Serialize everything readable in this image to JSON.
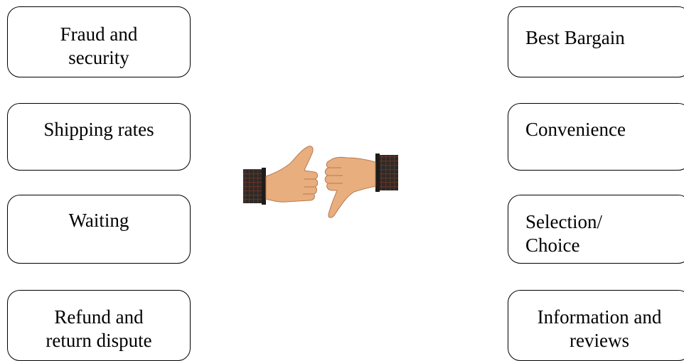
{
  "left_factors": [
    {
      "line1": "Fraud and",
      "line2": "security"
    },
    {
      "line1": "Shipping rates",
      "line2": ""
    },
    {
      "line1": "Waiting",
      "line2": ""
    },
    {
      "line1": "Refund and",
      "line2": "return dispute"
    }
  ],
  "right_factors": [
    {
      "line1": "Best Bargain",
      "line2": ""
    },
    {
      "line1": "Convenience",
      "line2": ""
    },
    {
      "line1": "Selection/",
      "line2": "Choice"
    },
    {
      "line1": "Information and",
      "line2": "reviews"
    }
  ],
  "center_image": {
    "icons": [
      "thumbs-up-icon",
      "thumbs-down-icon"
    ],
    "skin_color": "#e8ae7e",
    "sleeve_color": "#2e2926"
  }
}
